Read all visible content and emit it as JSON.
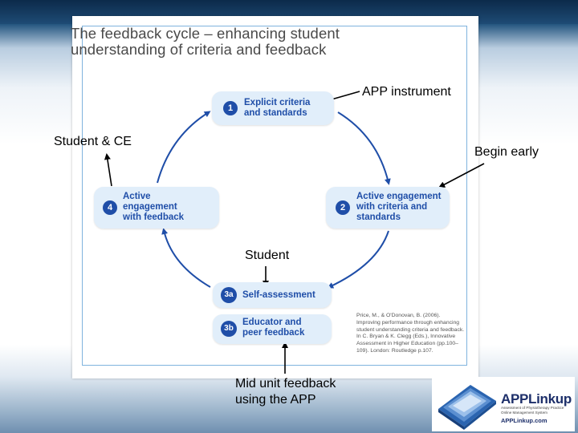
{
  "figure": {
    "title_line1": "The feedback cycle – enhancing student",
    "title_line2": "understanding of criteria and feedback",
    "steps": [
      {
        "badge": "1",
        "line1": "Explicit criteria",
        "line2": "and standards",
        "line3": ""
      },
      {
        "badge": "2",
        "line1": "Active engagement",
        "line2": "with criteria and",
        "line3": "standards"
      },
      {
        "badge": "3a",
        "line1": "Self-assessment",
        "line2": "",
        "line3": ""
      },
      {
        "badge": "3b",
        "line1": "Educator and",
        "line2": "peer feedback",
        "line3": ""
      },
      {
        "badge": "4",
        "line1": "Active",
        "line2": "engagement",
        "line3": "with feedback"
      }
    ],
    "citation": {
      "line1": "Price, M., & O'Donovan, B. (2006).",
      "line2": "Improving performance through enhancing",
      "line3": "student understanding criteria and feedback.",
      "line4": "In C. Bryan & K. Clegg (Eds.), Innovative",
      "line5": "Assessment in Higher Education (pp.100–",
      "line6": "109). London: Routledge p.107."
    },
    "colors": {
      "pill": "#e1eefa",
      "badge": "#1f4ea8",
      "arrow": "#1f4ea8"
    }
  },
  "annotations": {
    "app_instrument": "APP instrument",
    "student_ce": "Student & CE",
    "begin_early": "Begin early",
    "student": "Student",
    "mid_unit_line1": "Mid unit feedback",
    "mid_unit_line2": "using the APP"
  },
  "logo": {
    "name": "APPLinkup",
    "tagline_line1": "Assessment of Physiotherapy Practice",
    "tagline_line2": "Online Management System",
    "url": "APPLinkup.com"
  }
}
